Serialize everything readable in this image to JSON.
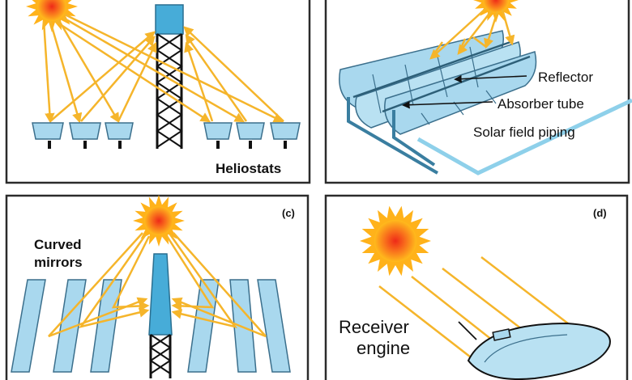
{
  "panels": {
    "a": {
      "label": "Heliostats"
    },
    "b": {
      "reflector": "Reflector",
      "absorber": "Absorber tube",
      "piping": "Solar field piping"
    },
    "c": {
      "tag": "(c)",
      "curved_line1": "Curved",
      "curved_line2": "mirrors"
    },
    "d": {
      "tag": "(d)",
      "receiver_line1": "Receiver",
      "receiver_line2": "engine"
    }
  },
  "colors": {
    "ray": "#f5b52b",
    "mirror": "#a9d8ee",
    "mirror_edge": "#3b6f8c",
    "sun_core": "#ee3a1a",
    "sun_outer": "#ffb21a",
    "tower_top": "#47acd8",
    "frame": "#2b2b2b"
  }
}
